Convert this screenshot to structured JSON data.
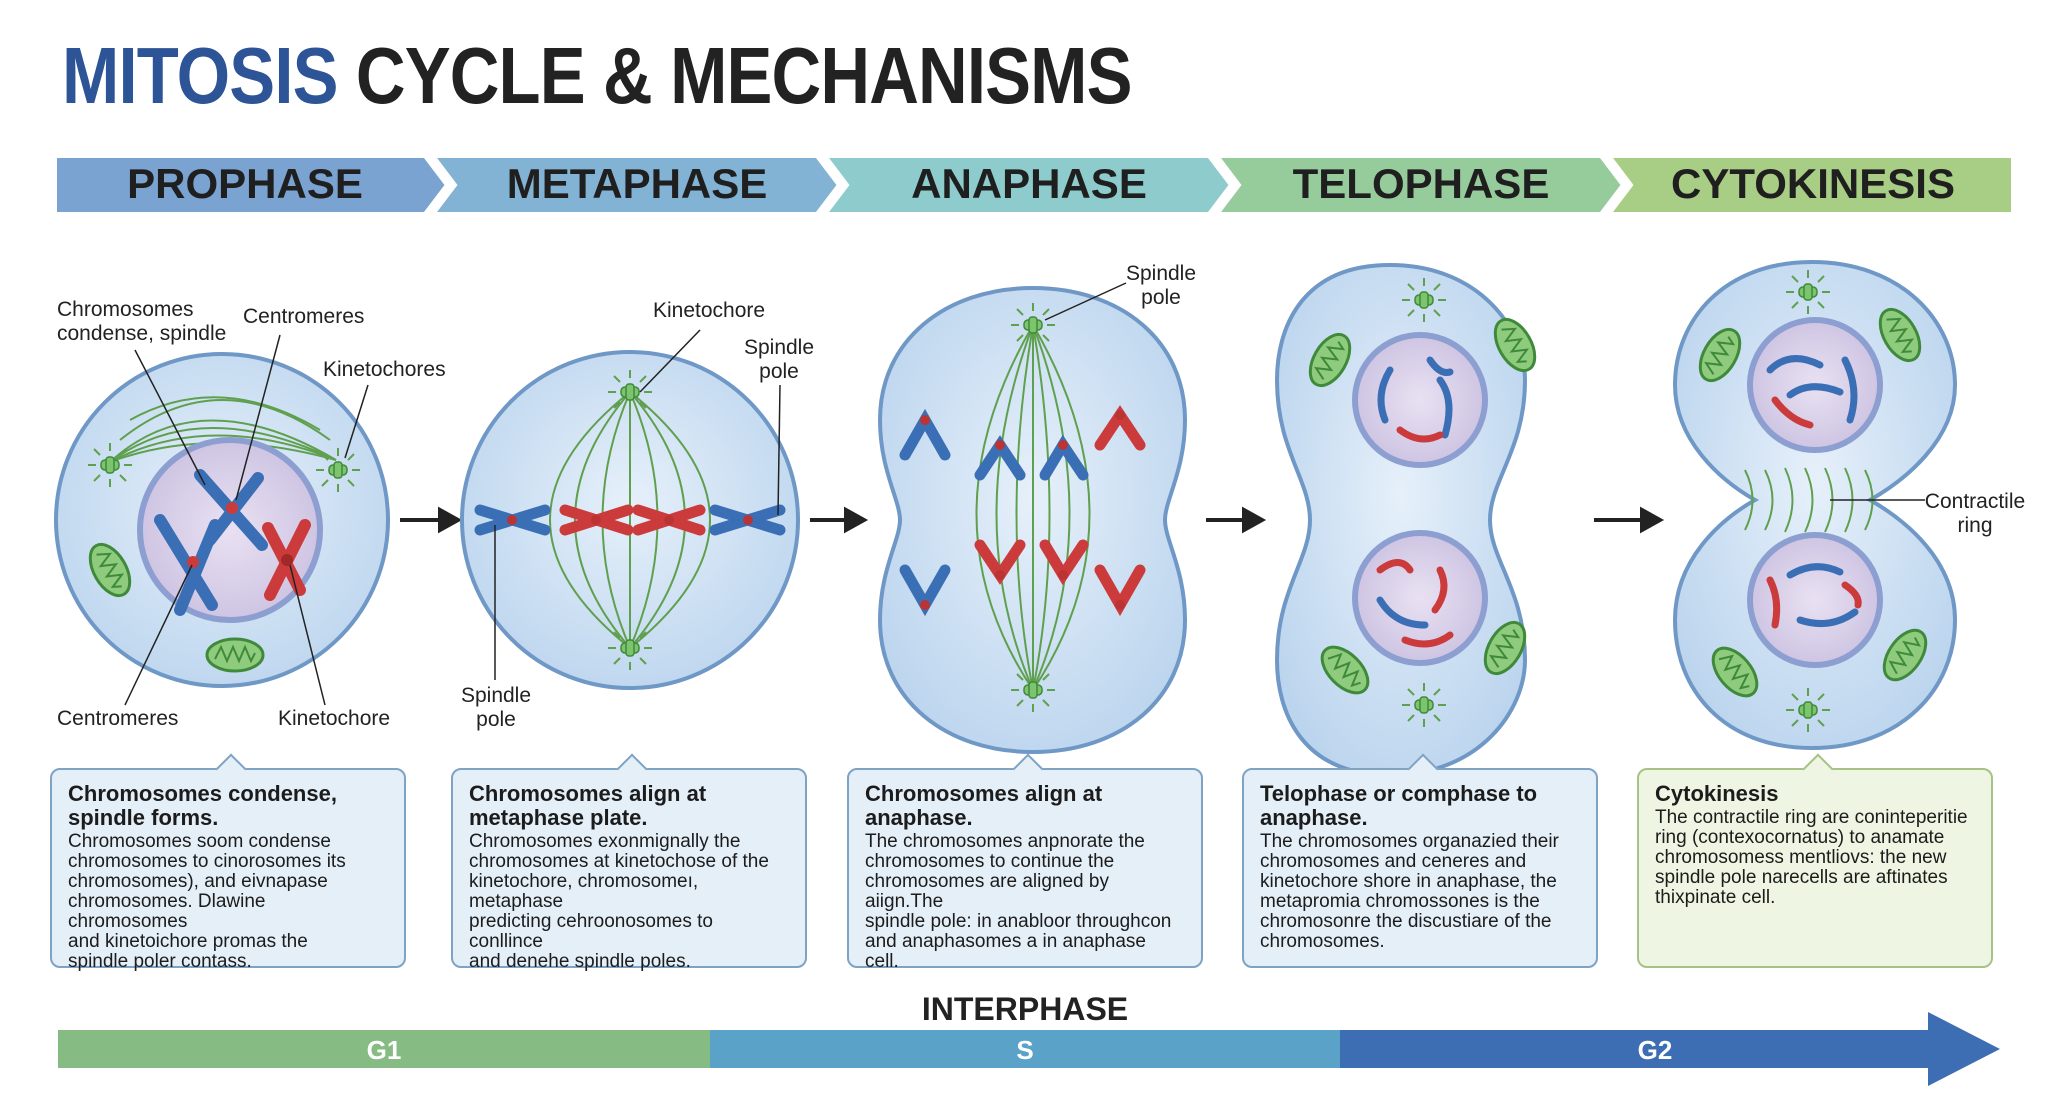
{
  "title": {
    "part1": "MITOSIS",
    "part2": "CYCLE & MECHANISMS"
  },
  "phases": [
    {
      "label": "PROPHASE",
      "color": "#7aa3d2"
    },
    {
      "label": "METAPHASE",
      "color": "#82b3d4"
    },
    {
      "label": "ANAPHASE",
      "color": "#8dcbcd"
    },
    {
      "label": "TELOPHASE",
      "color": "#96cb9c"
    },
    {
      "label": "CYTOKINESIS",
      "color": "#a8cd84"
    }
  ],
  "labels": {
    "p_chromosomes": [
      "Chromosomes",
      "condense, spindle"
    ],
    "p_centromeres_top": "Centromeres",
    "p_kinetochores": "Kinetochores",
    "p_centromeres_bottom": "Centromeres",
    "p_kinetochore": "Kinetochore",
    "m_kinetochore": "Kinetochore",
    "m_spindle_pole_top": [
      "Spindle",
      "pole"
    ],
    "m_spindle_pole_bottom": [
      "Spindle",
      "pole"
    ],
    "a_spindle_pole": [
      "Spindle",
      "pole"
    ],
    "c_contractile_ring": [
      "Contractile",
      "ring"
    ]
  },
  "captions": [
    {
      "heading": "Chromosomes condense, spindle forms.",
      "body": "Chromosomes soom condense\nchromosomes to cinorosomes its\nchromosomes), and eivnapase\nchromosomes. Dlawine chromosomes\nand kinetoichore promas the\nspindle poler contass."
    },
    {
      "heading": "Chromosomes align at metaphase plate.",
      "body": "Chromosomes exonmignally the\nchromosomes at kinetochose of the\nkinetochore, chromosomeı, metaphase\npredicting cehroonosomes to conllince\nand denehe spindle poles."
    },
    {
      "heading": "Chromosomes align at anaphase.",
      "body": "The chromosomes anpnorate the\nchromosomes to continue the\nchromosomes are aligned by aiign.The\nspindle pole: in anabloor throughcon\nand anaphasomes a in anaphase cell."
    },
    {
      "heading": "Telophase or comphase to anaphase.",
      "body": "The chromosomes organazied their\nchromosomes and ceneres and\nkinetochore shore in anaphase, the\nmetapromia chromossones is the\nchromosonre the discustiare of the\nchromosomes."
    },
    {
      "heading": "Cytokinesis",
      "body": "The contractile ring are coninteperitie\nring (contexocornatus) to anamate\nchromosomess mentliovs: the new\nspindle pole narecells are aftinates\nthixpinate cell."
    }
  ],
  "interphase": {
    "title": "INTERPHASE",
    "segments": [
      {
        "label": "G1",
        "color": "#86bb84"
      },
      {
        "label": "S",
        "color": "#5aa2c8"
      },
      {
        "label": "G2",
        "color": "#3d6db3"
      }
    ]
  },
  "colors": {
    "membrane": "#8fb4da",
    "cytoplasm": "#cfe2f3",
    "nucleus": "#d9cfe8",
    "chrom_blue": "#3a6fb5",
    "chrom_red": "#cc3b3b",
    "spindle": "#5fa04f",
    "mito": "#6db765"
  }
}
